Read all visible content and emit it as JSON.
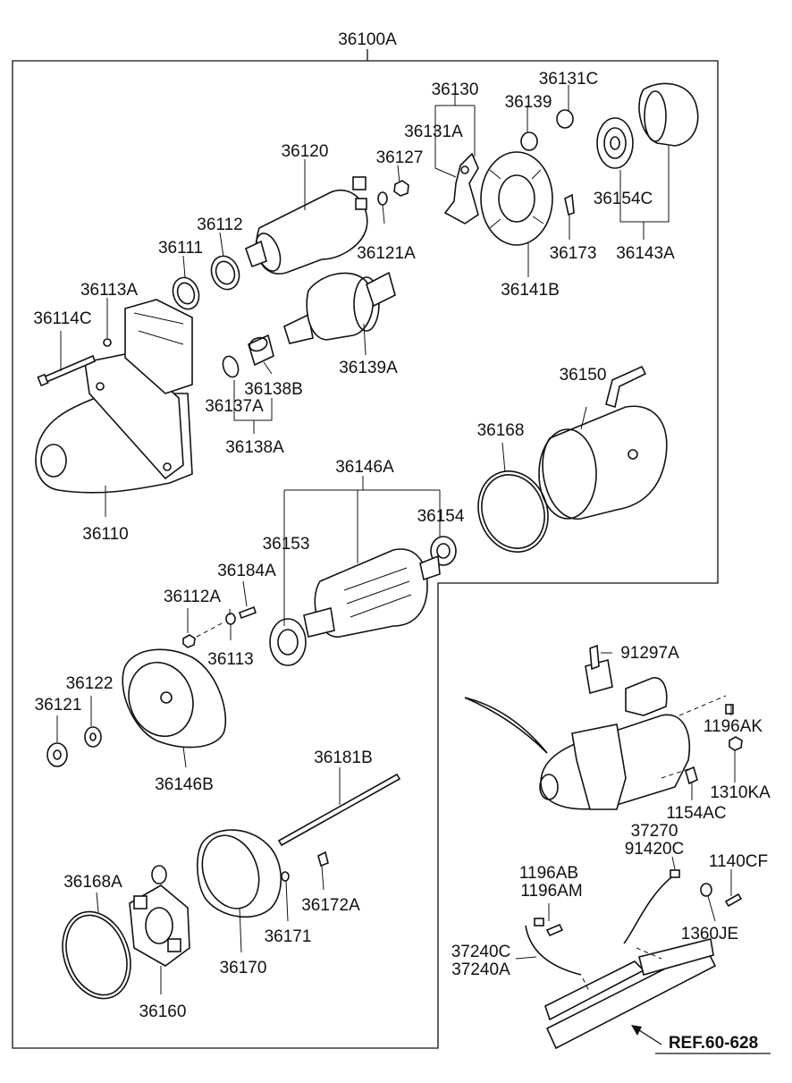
{
  "diagram": {
    "assembly_label": "36100A",
    "reference_label": "REF.60-628",
    "labels": {
      "36130": "36130",
      "36131C": "36131C",
      "36139": "36139",
      "36131A": "36131A",
      "36120": "36120",
      "36127": "36127",
      "36154C": "36154C",
      "36112": "36112",
      "36111": "36111",
      "36121A": "36121A",
      "36173": "36173",
      "36143A": "36143A",
      "36113A": "36113A",
      "36141B": "36141B",
      "36114C": "36114C",
      "36139A": "36139A",
      "36138B": "36138B",
      "36137A": "36137A",
      "36150": "36150",
      "36168": "36168",
      "36138A": "36138A",
      "36146A": "36146A",
      "36154": "36154",
      "36110": "36110",
      "36153": "36153",
      "36184A": "36184A",
      "36112A": "36112A",
      "36113": "36113",
      "91297A": "91297A",
      "36122": "36122",
      "36121": "36121",
      "1196AK": "1196AK",
      "36146B": "36146B",
      "36181B": "36181B",
      "1310KA": "1310KA",
      "1154AC": "1154AC",
      "37270": "37270",
      "91420C": "91420C",
      "1196AB": "1196AB",
      "1140CF": "1140CF",
      "1196AM": "1196AM",
      "36168A": "36168A",
      "36172A": "36172A",
      "1360JE": "1360JE",
      "36171": "36171",
      "37240C": "37240C",
      "37240A": "37240A",
      "36170": "36170",
      "36160": "36160"
    }
  }
}
